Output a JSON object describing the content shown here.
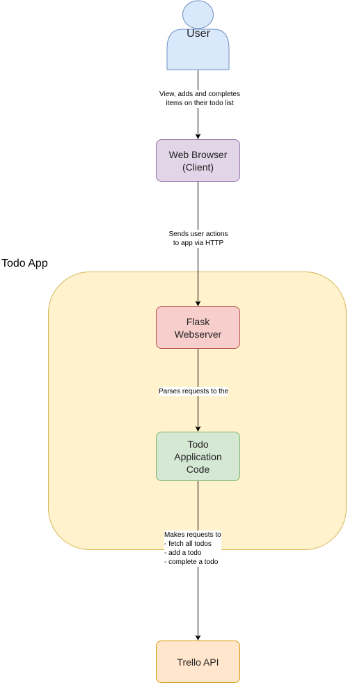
{
  "container": {
    "label": "Todo App"
  },
  "nodes": {
    "user": "User",
    "browser": "Web Browser\n(Client)",
    "flask": "Flask\nWebserver",
    "todo": "Todo\nApplication\nCode",
    "trello": "Trello API"
  },
  "edges": {
    "user_to_browser": "View, adds and completes\nitems on their todo list",
    "browser_to_flask": "Sends user actions\nto app via HTTP",
    "flask_to_todo": "Parses requests to the",
    "todo_to_trello": "Makes requests to\n- fetch all todos\n- add a todo\n- complete a todo"
  },
  "colors": {
    "user_fill": "#dae8fc",
    "user_stroke": "#6c8ebf",
    "browser_fill": "#e1d5e7",
    "flask_fill": "#f8cecc",
    "todo_fill": "#d5e8d4",
    "trello_fill": "#ffe6cc",
    "container_fill": "#fff2cc"
  }
}
